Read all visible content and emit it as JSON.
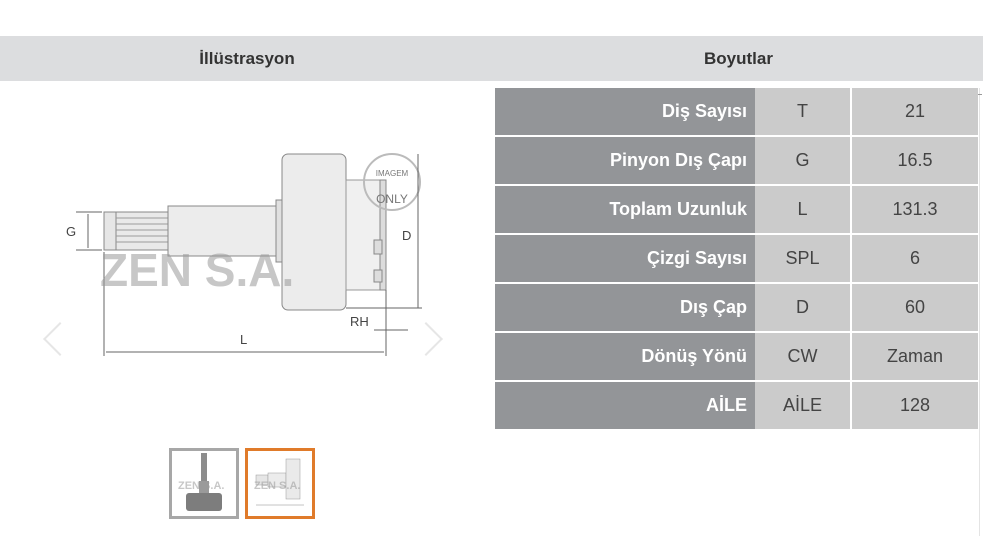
{
  "headers": {
    "illustration": "İllüstrasyon",
    "dimensions": "Boyutlar"
  },
  "dimensions": {
    "rows": [
      {
        "label": "Diş Sayısı",
        "code": "T",
        "value": "21"
      },
      {
        "label": "Pinyon Dış Çapı",
        "code": "G",
        "value": "16.5"
      },
      {
        "label": "Toplam Uzunluk",
        "code": "L",
        "value": "131.3"
      },
      {
        "label": "Çizgi Sayısı",
        "code": "SPL",
        "value": "6"
      },
      {
        "label": "Dış Çap",
        "code": "D",
        "value": "60"
      },
      {
        "label": "Dönüş Yönü",
        "code": "CW",
        "value": "Zaman"
      },
      {
        "label": "AİLE",
        "code": "AİLE",
        "value": "128"
      }
    ]
  },
  "illustration": {
    "watermark": "ZEN S.A.",
    "stamp_top": "IMAGEM",
    "stamp_bottom": "ONLY",
    "dim_labels": {
      "g": "G",
      "d": "D",
      "l": "L",
      "rh": "RH"
    },
    "prev_icon": "chevron-left-icon",
    "next_icon": "chevron-right-icon"
  },
  "thumbnails": [
    {
      "name": "product-photo",
      "selected": false
    },
    {
      "name": "technical-drawing",
      "selected": true
    }
  ],
  "colors": {
    "header_bg": "#dcdddf",
    "label_bg": "#939598",
    "value_bg": "#cbcbcb",
    "selected_thumb_border": "#e07b2a",
    "thumb_border": "#a7a7a7"
  }
}
